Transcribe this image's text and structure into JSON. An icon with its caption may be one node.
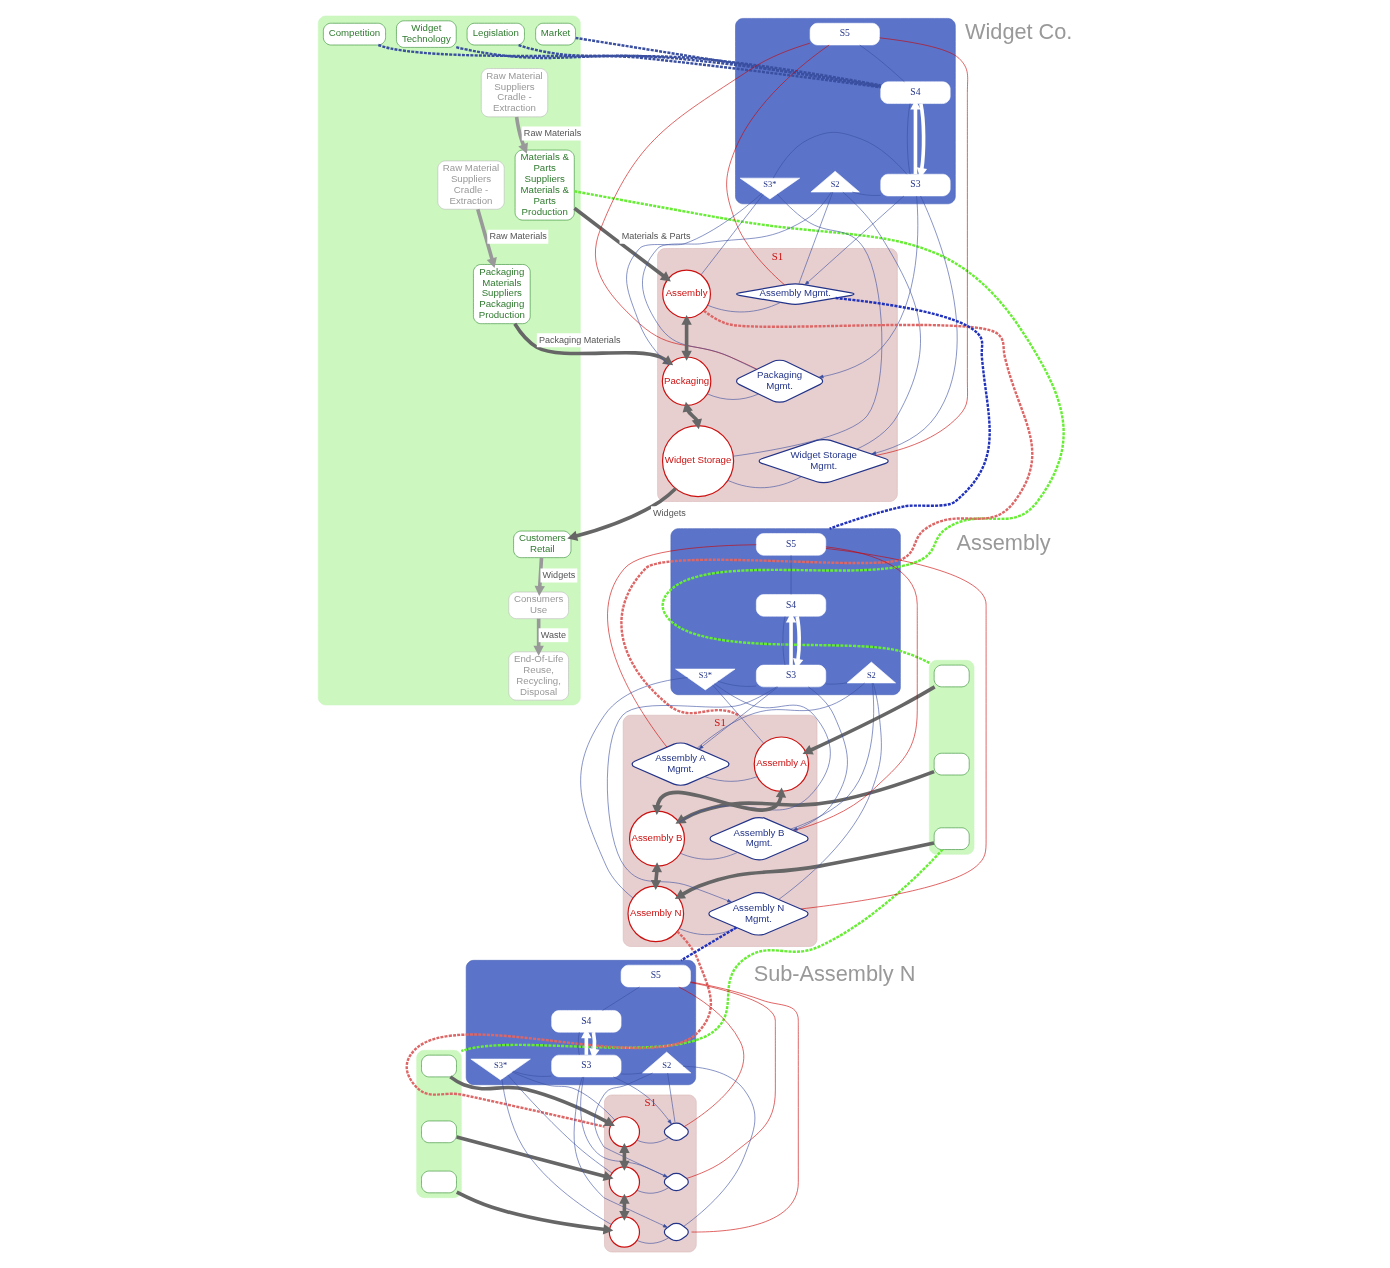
{
  "diagram": {
    "nodes": [
      {
        "text": [],
        "shape": "box"
      },
      {
        "text": [],
        "shape": "box"
      },
      {
        "text": [
          "S5"
        ],
        "in": 1
      },
      {
        "text": [
          "S4"
        ],
        "in": 1
      },
      {
        "text": [
          "S3"
        ],
        "in": 1
      },
      {
        "text": [
          "S3*"
        ],
        "in": 1
      },
      {
        "text": [
          "S2"
        ],
        "in": 1
      },
      {
        "text": [
          "Market"
        ],
        "in": 0
      },
      {
        "text": [
          "Legislation"
        ],
        "in": 0
      },
      {
        "text": [
          "Widget Technology"
        ],
        "in": 0
      },
      {
        "text": [
          "Competition"
        ],
        "in": 0
      },
      {
        "text": [
          "S1"
        ]
      },
      {
        "text": [
          "Assembly"
        ],
        "in": 11
      },
      {
        "text": [
          "Packaging"
        ],
        "in": 11
      },
      {
        "text": [
          "Widget Storage"
        ],
        "in": 11
      },
      {
        "text": [
          "Assembly Mgmt."
        ],
        "in": 11
      },
      {
        "text": [
          "Packaging Mgmt."
        ],
        "in": 11
      },
      {
        "text": [
          "Widget Storage Mgmt."
        ],
        "in": 11
      },
      {
        "text": [
          "Raw Material Suppliers",
          "Cradle - Extraction"
        ],
        "in": 0
      },
      {
        "text": [
          "Materials & Parts Suppliers",
          "Materials & Parts Production"
        ],
        "in": 0
      },
      {
        "text": [
          "Raw Material Suppliers",
          "Cradle - Extraction"
        ],
        "in": 0
      },
      {
        "text": [
          "Packaging Materials Suppliers",
          "Packaging Production"
        ],
        "in": 0
      },
      {
        "text": [
          "End-Of-Life",
          "Reuse, Recycling, Disposal"
        ],
        "in": 0
      },
      {
        "text": [
          "Consumers",
          "Use"
        ],
        "in": 0
      },
      {
        "text": [
          "Customers",
          "Retail"
        ],
        "in": 0
      },
      {
        "text": [],
        "shape": "box"
      },
      {
        "text": [],
        "shape": "box"
      },
      {
        "text": [
          "S5"
        ],
        "in": 26
      },
      {
        "text": [
          "S4"
        ],
        "in": 26
      },
      {
        "text": [
          "S3"
        ],
        "in": 26
      },
      {
        "text": [
          "S3*"
        ],
        "in": 26
      },
      {
        "text": [
          "S2"
        ],
        "in": 26
      },
      {
        "text": [
          "S1"
        ]
      },
      {
        "text": [
          "Assembly A"
        ],
        "in": 32
      },
      {
        "text": [
          "Assembly B"
        ],
        "in": 32
      },
      {
        "text": [
          "Assembly N"
        ],
        "in": 32
      },
      {
        "text": [
          "Assembly A Mgmt."
        ],
        "in": 32
      },
      {
        "text": [
          "Assembly B Mgmt."
        ],
        "in": 32
      },
      {
        "text": [
          "Assembly N Mgmt."
        ],
        "in": 32
      },
      {
        "text": [],
        "shape": "box",
        "in": 25
      },
      {
        "text": [],
        "shape": "box",
        "in": 25
      },
      {
        "text": [],
        "shape": "box",
        "in": 25
      },
      {
        "text": [],
        "shape": "box"
      },
      {
        "text": [],
        "shape": "box"
      },
      {
        "text": [
          "S5"
        ],
        "in": 43
      },
      {
        "text": [
          "S4"
        ],
        "in": 43
      },
      {
        "text": [
          "S3"
        ],
        "in": 43
      },
      {
        "text": [
          "S3*"
        ],
        "in": 43
      },
      {
        "text": [
          "S2"
        ],
        "in": 43
      },
      {
        "text": [
          "S1"
        ]
      },
      {
        "text": [],
        "shape": "circle",
        "in": 49
      },
      {
        "text": [],
        "shape": "circle",
        "in": 49
      },
      {
        "text": [],
        "shape": "circle",
        "in": 49
      },
      {
        "text": [],
        "shape": "diamond",
        "in": 49
      },
      {
        "text": [],
        "shape": "diamond",
        "in": 49
      },
      {
        "text": [],
        "shape": "diamond",
        "in": 49
      },
      {
        "text": [],
        "shape": "box",
        "in": 42
      },
      {
        "text": [],
        "shape": "box",
        "in": 42
      },
      {
        "text": [],
        "shape": "box",
        "in": 42
      }
    ],
    "edges": [
      {
        "from": 2,
        "to": 3,
        "arrow": "none"
      },
      {
        "from": 3,
        "to": 4,
        "arrow": "none"
      },
      {
        "from": 5,
        "to": 4,
        "arrow": "none"
      },
      {
        "from": 6,
        "to": 4,
        "arrow": "none"
      },
      {
        "from": 4,
        "to": 3,
        "arrow": "to",
        "color": "#ffffff",
        "style": "thick"
      },
      {
        "from": 3,
        "to": 4,
        "arrow": "to",
        "color": "#ffffff",
        "style": "thick"
      },
      {
        "from": 7,
        "to": 3,
        "arrow": "none",
        "style": "dashed"
      },
      {
        "from": 8,
        "to": 3,
        "arrow": "none",
        "style": "dashed"
      },
      {
        "from": 9,
        "to": 3,
        "arrow": "none",
        "style": "dashed"
      },
      {
        "from": 10,
        "to": 3,
        "arrow": "none",
        "style": "dashed"
      },
      {
        "from": 4,
        "to": 15,
        "arrow": "to"
      },
      {
        "from": 4,
        "to": 16,
        "arrow": "to"
      },
      {
        "from": 4,
        "to": 17,
        "arrow": "to"
      },
      {
        "from": 2,
        "to": 15,
        "arrow": "none",
        "color": "#cc0000"
      },
      {
        "from": 2,
        "to": 16,
        "arrow": "none",
        "color": "#cc0000"
      },
      {
        "from": 2,
        "to": 17,
        "arrow": "none",
        "color": "#cc0000"
      },
      {
        "from": 5,
        "to": 12,
        "arrow": "none"
      },
      {
        "from": 5,
        "to": 13,
        "arrow": "none"
      },
      {
        "from": 5,
        "to": 14,
        "arrow": "none"
      },
      {
        "from": 6,
        "to": 15,
        "arrow": "none"
      },
      {
        "from": 6,
        "to": 16,
        "arrow": "none"
      },
      {
        "from": 6,
        "to": 17,
        "arrow": "none"
      },
      {
        "from": 15,
        "to": 12,
        "arrow": "none"
      },
      {
        "from": 16,
        "to": 13,
        "arrow": "none"
      },
      {
        "from": 17,
        "to": 14,
        "arrow": "none"
      },
      {
        "from": 12,
        "to": 13,
        "arrow": "both",
        "style": "thick",
        "color": "#666666"
      },
      {
        "from": 13,
        "to": 14,
        "arrow": "both",
        "style": "thick",
        "color": "#666666"
      },
      {
        "from": 18,
        "to": 19,
        "arrow": "to",
        "label": "Raw Materials",
        "style": "thick",
        "color": "#999999"
      },
      {
        "from": 19,
        "to": 12,
        "arrow": "to",
        "label": "Materials & Parts",
        "style": "thick",
        "color": "#666666"
      },
      {
        "from": 20,
        "to": 21,
        "arrow": "to",
        "label": "Raw Materials",
        "style": "thick",
        "color": "#999999"
      },
      {
        "from": 21,
        "to": 13,
        "arrow": "to",
        "label": "Packaging Materials",
        "style": "thick",
        "color": "#666666"
      },
      {
        "from": 14,
        "to": 24,
        "arrow": "to",
        "label": "Widgets",
        "style": "thick",
        "color": "#666666"
      },
      {
        "from": 24,
        "to": 23,
        "arrow": "to",
        "label": "Widgets",
        "style": "thick",
        "color": "#999999"
      },
      {
        "from": 23,
        "to": 22,
        "arrow": "to",
        "label": "Waste",
        "style": "thick",
        "color": "#999999"
      },
      {
        "from": 19,
        "to": 25,
        "arrow": "none",
        "style": "dashed",
        "color": "#66ee33"
      },
      {
        "from": 12,
        "to": 32,
        "arrow": "none",
        "style": "dashed",
        "color": "#dd6666"
      },
      {
        "from": 15,
        "to": 26,
        "arrow": "none",
        "style": "dashed",
        "color": "#2233bb"
      },
      {
        "from": 27,
        "to": 28,
        "arrow": "none"
      },
      {
        "from": 28,
        "to": 29,
        "arrow": "none"
      },
      {
        "from": 30,
        "to": 29,
        "arrow": "none"
      },
      {
        "from": 31,
        "to": 29,
        "arrow": "none"
      },
      {
        "from": 29,
        "to": 28,
        "arrow": "to",
        "color": "#ffffff",
        "style": "thick"
      },
      {
        "from": 28,
        "to": 29,
        "arrow": "to",
        "color": "#ffffff",
        "style": "thick"
      },
      {
        "from": 29,
        "to": 36,
        "arrow": "to"
      },
      {
        "from": 29,
        "to": 37,
        "arrow": "to"
      },
      {
        "from": 29,
        "to": 38,
        "arrow": "to"
      },
      {
        "from": 27,
        "to": 36,
        "arrow": "none",
        "color": "#cc0000"
      },
      {
        "from": 27,
        "to": 37,
        "arrow": "none",
        "color": "#cc0000"
      },
      {
        "from": 27,
        "to": 38,
        "arrow": "none",
        "color": "#cc0000"
      },
      {
        "from": 30,
        "to": 33,
        "arrow": "none"
      },
      {
        "from": 30,
        "to": 34,
        "arrow": "none"
      },
      {
        "from": 30,
        "to": 35,
        "arrow": "none"
      },
      {
        "from": 31,
        "to": 36,
        "arrow": "none"
      },
      {
        "from": 31,
        "to": 37,
        "arrow": "none"
      },
      {
        "from": 31,
        "to": 38,
        "arrow": "none"
      },
      {
        "from": 36,
        "to": 33,
        "arrow": "none"
      },
      {
        "from": 37,
        "to": 34,
        "arrow": "none"
      },
      {
        "from": 38,
        "to": 35,
        "arrow": "none"
      },
      {
        "from": 33,
        "to": 34,
        "arrow": "both",
        "style": "thick",
        "color": "#666666"
      },
      {
        "from": 34,
        "to": 35,
        "arrow": "both",
        "style": "thick",
        "color": "#666666"
      },
      {
        "from": 39,
        "to": 33,
        "arrow": "to",
        "style": "thick",
        "color": "#666666"
      },
      {
        "from": 40,
        "to": 34,
        "arrow": "to",
        "style": "thick",
        "color": "#666666"
      },
      {
        "from": 41,
        "to": 35,
        "arrow": "to",
        "style": "thick",
        "color": "#666666"
      },
      {
        "from": 41,
        "to": 42,
        "arrow": "none",
        "style": "dashed",
        "color": "#66ee33"
      },
      {
        "from": 35,
        "to": 49,
        "arrow": "none",
        "style": "dashed",
        "color": "#dd6666"
      },
      {
        "from": 38,
        "to": 43,
        "arrow": "none",
        "style": "dashed",
        "color": "#2233bb"
      },
      {
        "from": 44,
        "to": 45,
        "arrow": "none"
      },
      {
        "from": 45,
        "to": 46,
        "arrow": "none"
      },
      {
        "from": 47,
        "to": 46,
        "arrow": "none"
      },
      {
        "from": 48,
        "to": 46,
        "arrow": "none"
      },
      {
        "from": 46,
        "to": 45,
        "arrow": "to",
        "color": "#ffffff",
        "style": "thick"
      },
      {
        "from": 45,
        "to": 46,
        "arrow": "to",
        "color": "#ffffff",
        "style": "thick"
      },
      {
        "from": 46,
        "to": 53,
        "arrow": "to"
      },
      {
        "from": 46,
        "to": 54,
        "arrow": "to"
      },
      {
        "from": 46,
        "to": 55,
        "arrow": "to"
      },
      {
        "from": 44,
        "to": 53,
        "arrow": "none",
        "color": "#cc0000"
      },
      {
        "from": 44,
        "to": 54,
        "arrow": "none",
        "color": "#cc0000"
      },
      {
        "from": 44,
        "to": 55,
        "arrow": "none",
        "color": "#cc0000"
      },
      {
        "from": 47,
        "to": 50,
        "arrow": "none"
      },
      {
        "from": 47,
        "to": 51,
        "arrow": "none"
      },
      {
        "from": 47,
        "to": 52,
        "arrow": "none"
      },
      {
        "from": 48,
        "to": 53,
        "arrow": "none"
      },
      {
        "from": 48,
        "to": 54,
        "arrow": "none"
      },
      {
        "from": 48,
        "to": 55,
        "arrow": "none"
      },
      {
        "from": 53,
        "to": 50,
        "arrow": "none"
      },
      {
        "from": 54,
        "to": 51,
        "arrow": "none"
      },
      {
        "from": 55,
        "to": 52,
        "arrow": "none"
      },
      {
        "from": 50,
        "to": 51,
        "arrow": "both",
        "style": "thick",
        "color": "#666666"
      },
      {
        "from": 51,
        "to": 52,
        "arrow": "both",
        "style": "thick",
        "color": "#666666"
      },
      {
        "from": 56,
        "to": 50,
        "arrow": "to",
        "style": "thick",
        "color": "#666666"
      },
      {
        "from": 57,
        "to": 51,
        "arrow": "to",
        "style": "thick",
        "color": "#666666"
      },
      {
        "from": 58,
        "to": 52,
        "arrow": "to",
        "style": "thick",
        "color": "#666666"
      }
    ],
    "labels": [
      "Widget Co.",
      "Assembly",
      "Sub-Assembly N"
    ]
  }
}
